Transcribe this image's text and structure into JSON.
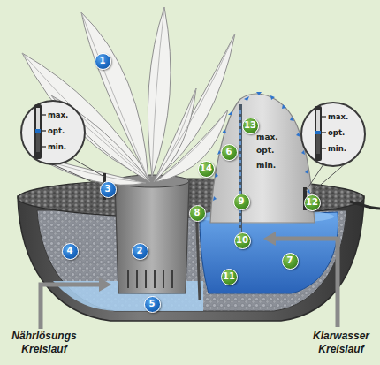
{
  "diagram": {
    "nodes": [
      {
        "text": [
          "1"
        ]
      },
      {
        "text": [
          "max.",
          "opt.",
          "min."
        ]
      },
      {
        "text": [
          "max.",
          "opt.",
          "min."
        ]
      },
      {
        "text": [
          "13"
        ]
      },
      {
        "text": [
          "6"
        ]
      },
      {
        "text": [
          "14"
        ]
      },
      {
        "text": [
          "3"
        ]
      },
      {
        "text": [
          "12"
        ]
      },
      {
        "text": [
          "9"
        ]
      },
      {
        "text": [
          "8"
        ]
      },
      {
        "text": [
          "10"
        ]
      },
      {
        "text": [
          "4"
        ]
      },
      {
        "text": [
          "2"
        ]
      },
      {
        "text": [
          "7"
        ]
      },
      {
        "text": [
          "11"
        ]
      },
      {
        "text": [
          "5"
        ]
      }
    ],
    "labels": [
      "max.",
      "opt.",
      "min.",
      "Nährlösungs Kreislauf",
      "Klarwasser Kreislauf"
    ]
  }
}
